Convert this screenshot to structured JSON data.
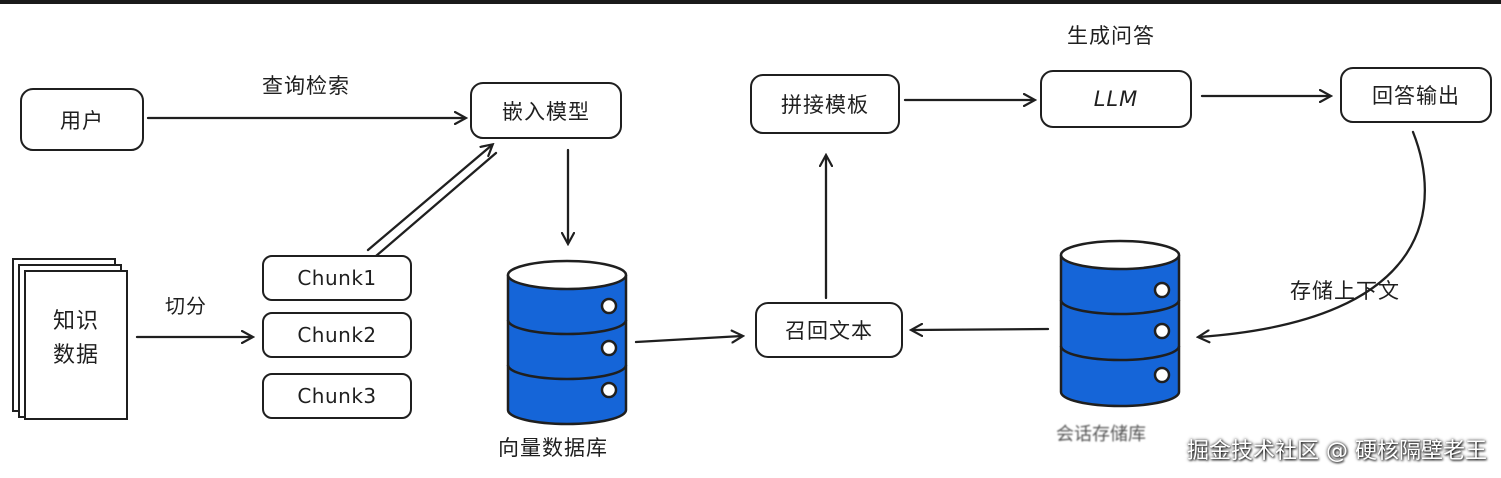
{
  "nodes": {
    "user": "用户",
    "embed_model": "嵌入模型",
    "vector_db": "向量数据库",
    "knowledge_data": "知识\n数据",
    "chunk1": "Chunk1",
    "chunk2": "Chunk2",
    "chunk3": "Chunk3",
    "template": "拼接模板",
    "llm": "LLM",
    "answer_output": "回答输出",
    "recall_text": "召回文本",
    "memory_db": "会话存储库"
  },
  "edge_labels": {
    "query_search": "查询检索",
    "split": "切分",
    "generate_qa": "生成问答",
    "store_context": "存储上下文"
  },
  "watermark": "掘金技术社区 @ 硬核隔壁老王",
  "colors": {
    "database_fill": "#1565d8",
    "database_top": "#ffffff",
    "stroke": "#1f1f1f"
  }
}
